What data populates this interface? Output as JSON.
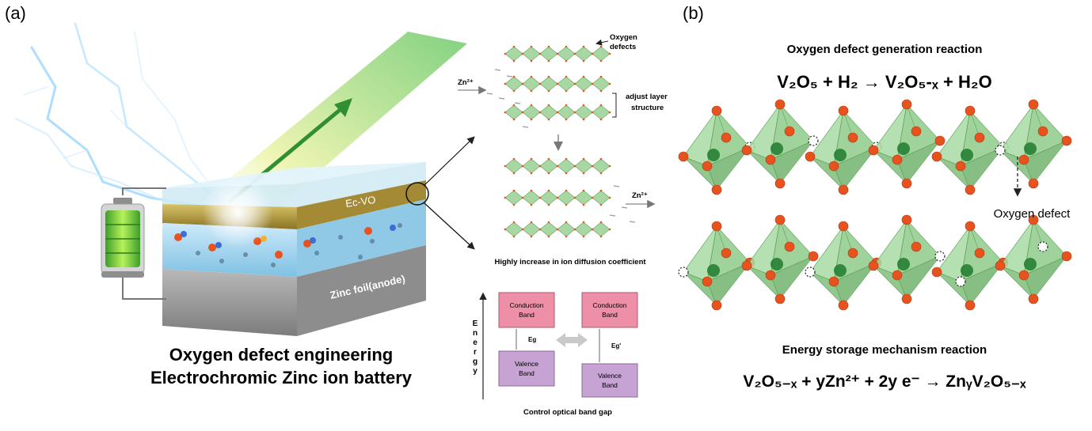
{
  "panel_a": {
    "label": "(a)",
    "title_line1": "Oxygen defect engineering",
    "title_line2": "Electrochromic Zinc ion battery",
    "cathode_label": "Ec-VO",
    "anode_label": "Zinc foil(anode)",
    "layers": {
      "oxygen_defects_line1": "Oxygen",
      "oxygen_defects_line2": "defects",
      "zn_in": "Zn²⁺",
      "adjust_line1": "adjust layer",
      "adjust_line2": "structure",
      "zn_out": "Zn²⁺",
      "caption": "Highly increase in ion diffusion coefficient"
    },
    "band": {
      "energy_axis": "Energy",
      "conduction": "Conduction Band",
      "valence": "Valence Band",
      "gap_left": "Eg",
      "gap_right": "Eg'",
      "caption": "Control optical band gap"
    }
  },
  "panel_b": {
    "label": "(b)",
    "reaction1_title": "Oxygen defect generation reaction",
    "reaction1_eq": "V₂O₅ + H₂ → V₂O₅-ₓ + H₂O",
    "defect_label": "Oxygen defect",
    "reaction2_title": "Energy storage mechanism reaction",
    "reaction2_eq": "V₂O₅₋ₓ + yZn²⁺ + 2y e⁻ → ZnᵧV₂O₅₋ₓ"
  },
  "colors": {
    "octahedron": "#8fcc8a",
    "oxygen": "#e8521e",
    "vanadium": "#1f7a2c",
    "conduction": "#ee8fa8",
    "valence": "#c7a3d3",
    "cathode": "#b59a3d",
    "electrolyte": "#9fd3ee",
    "anode": "#9a9a9a"
  }
}
